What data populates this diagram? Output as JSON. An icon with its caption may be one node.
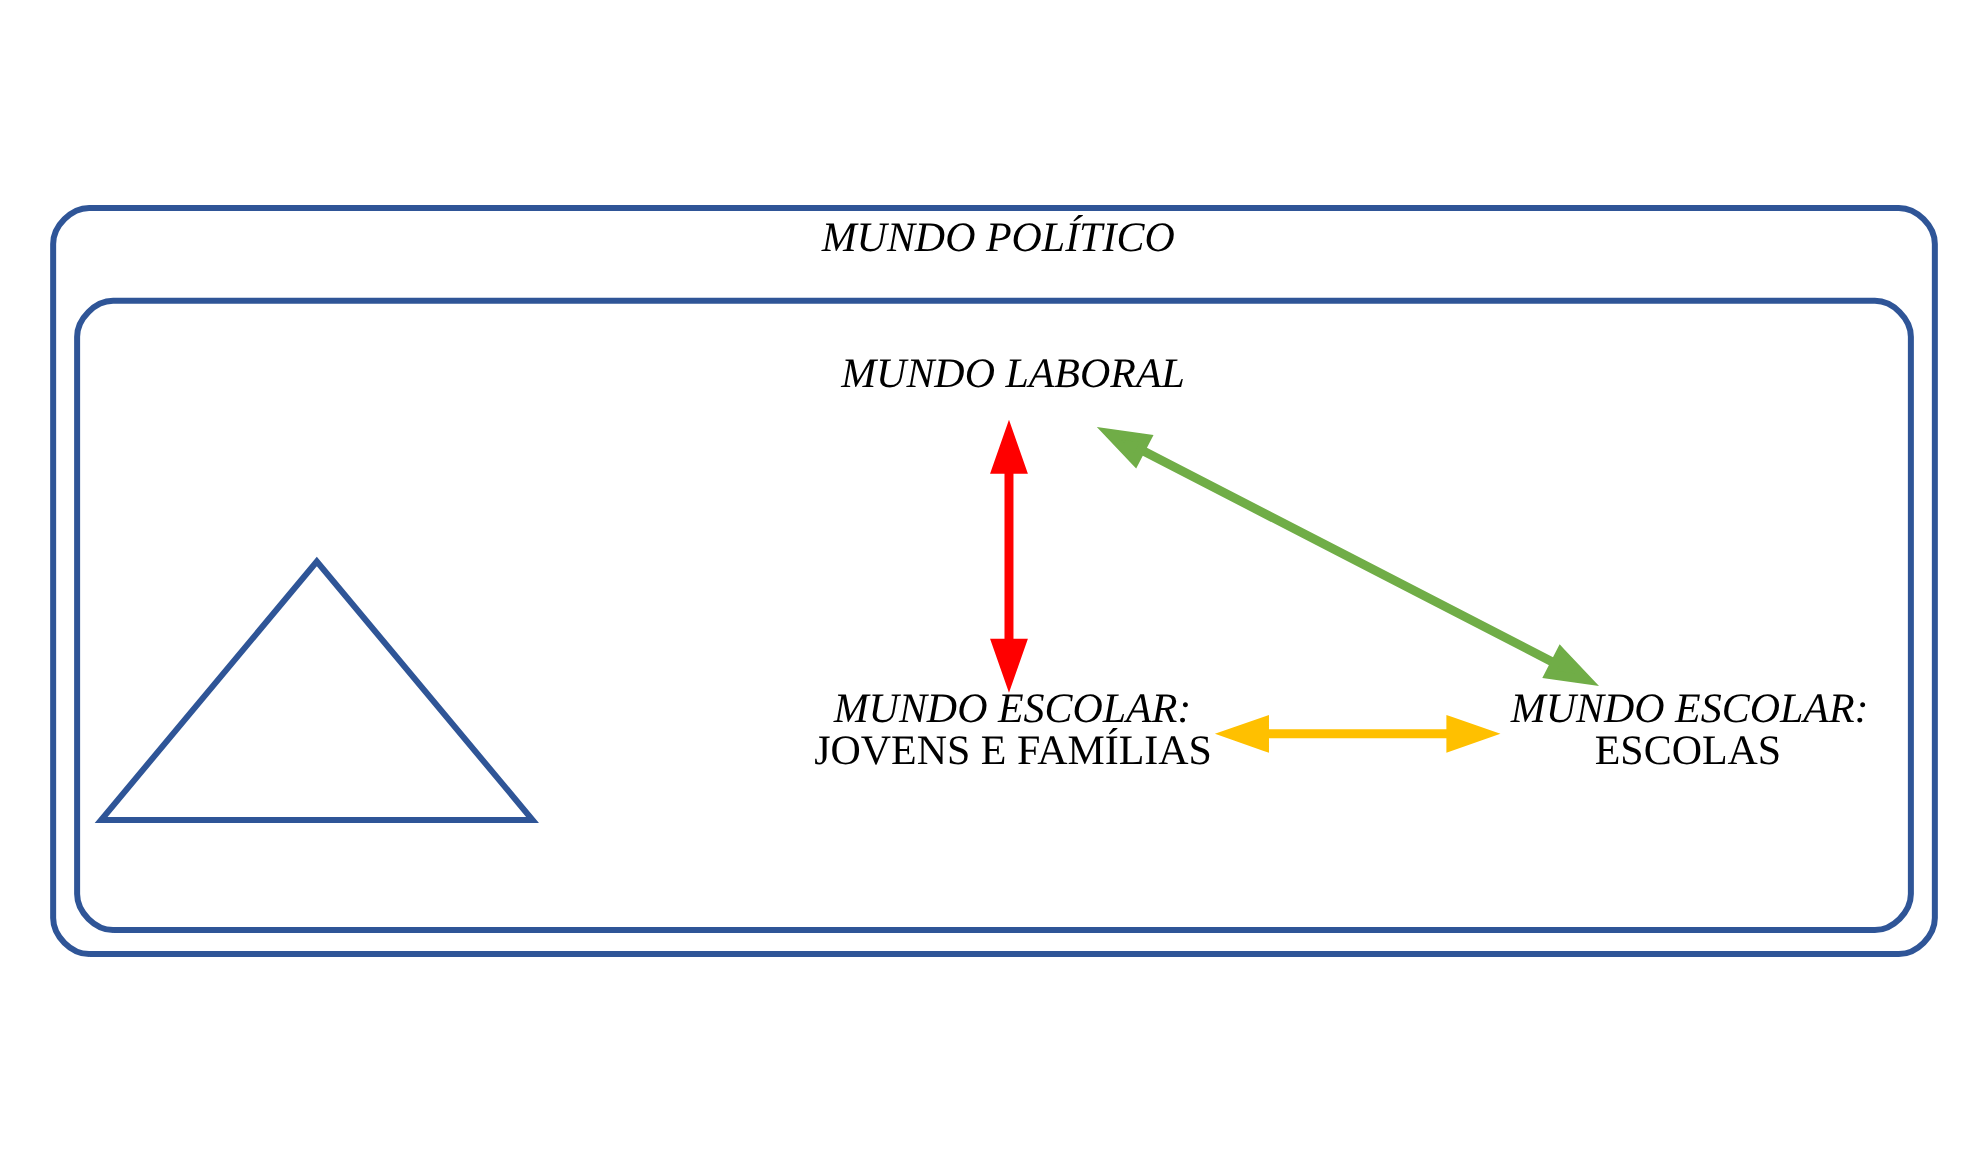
{
  "diagram": {
    "nodes": [
      {
        "text": [
          "MUNDO POLÍTICO"
        ]
      },
      {
        "text": [],
        "shape": "ellipse",
        "in": 0
      },
      {
        "text": [
          "MUNDO LABORAL"
        ],
        "in": 1
      },
      {
        "text": [],
        "shape": "triangle",
        "in": 1
      },
      {
        "text": [
          "*MUNDO ESCOLAR:* JOVENS E FAMÍLIAS"
        ],
        "in": 1
      },
      {
        "text": [
          "*MUNDO ESCOLAR:* ESCOLAS"
        ],
        "in": 1
      }
    ],
    "edges": [
      {
        "from": 2,
        "to": 4,
        "arrow": "both",
        "color": "#ff0000"
      },
      {
        "from": 2,
        "to": 5,
        "arrow": "both",
        "color": "#70ad47"
      },
      {
        "from": 4,
        "to": 5,
        "arrow": "both",
        "color": "#ffc000"
      }
    ]
  }
}
